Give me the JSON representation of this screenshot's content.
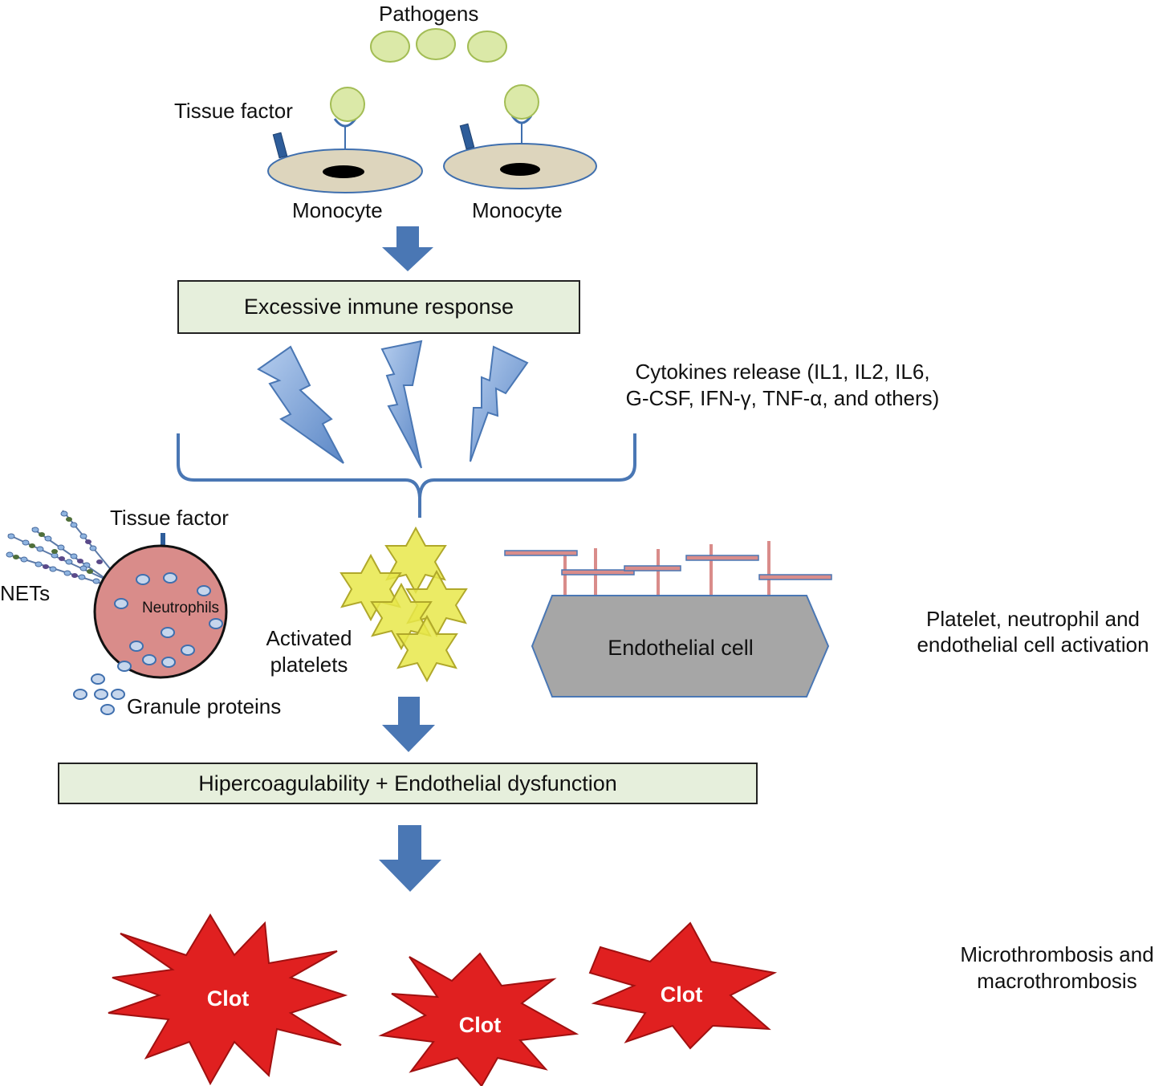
{
  "labels": {
    "pathogens": "Pathogens",
    "tissue_factor_top": "Tissue factor",
    "monocyte_left": "Monocyte",
    "monocyte_right": "Monocyte",
    "cytokines_line1": "Cytokines release (IL1, IL2, IL6,",
    "cytokines_line2": "G-CSF, IFN-γ, TNF-α, and others)",
    "tissue_factor_neutrophil": "Tissue factor",
    "nets": "NETs",
    "neutrophils": "Neutrophils",
    "granule_proteins": "Granule proteins",
    "activated_platelets_line1": "Activated",
    "activated_platelets_line2": "platelets",
    "endothelial_cell": "Endothelial cell",
    "activation_line1": "Platelet, neutrophil and",
    "activation_line2": "endothelial cell activation",
    "thrombosis_line1": "Microthrombosis and",
    "thrombosis_line2": "macrothrombosis"
  },
  "boxes": {
    "immune_response": "Excessive inmune response",
    "hipercoagulability": "Hipercoagulability + Endothelial dysfunction"
  },
  "clots": [
    "Clot",
    "Clot",
    "Clot"
  ],
  "colors": {
    "arrow_blue": "#4a77b4",
    "bolt_blue": "#7aa2d6",
    "box_fill": "#e6efdc",
    "pathogen_green": "#dbe9a8",
    "monocyte_fill": "#ddd5bd",
    "neutrophil_fill": "#d98c8a",
    "platelet_yellow": "#e8e84a",
    "endothelial_gray": "#a6a6a6",
    "clot_red": "#e02020"
  }
}
